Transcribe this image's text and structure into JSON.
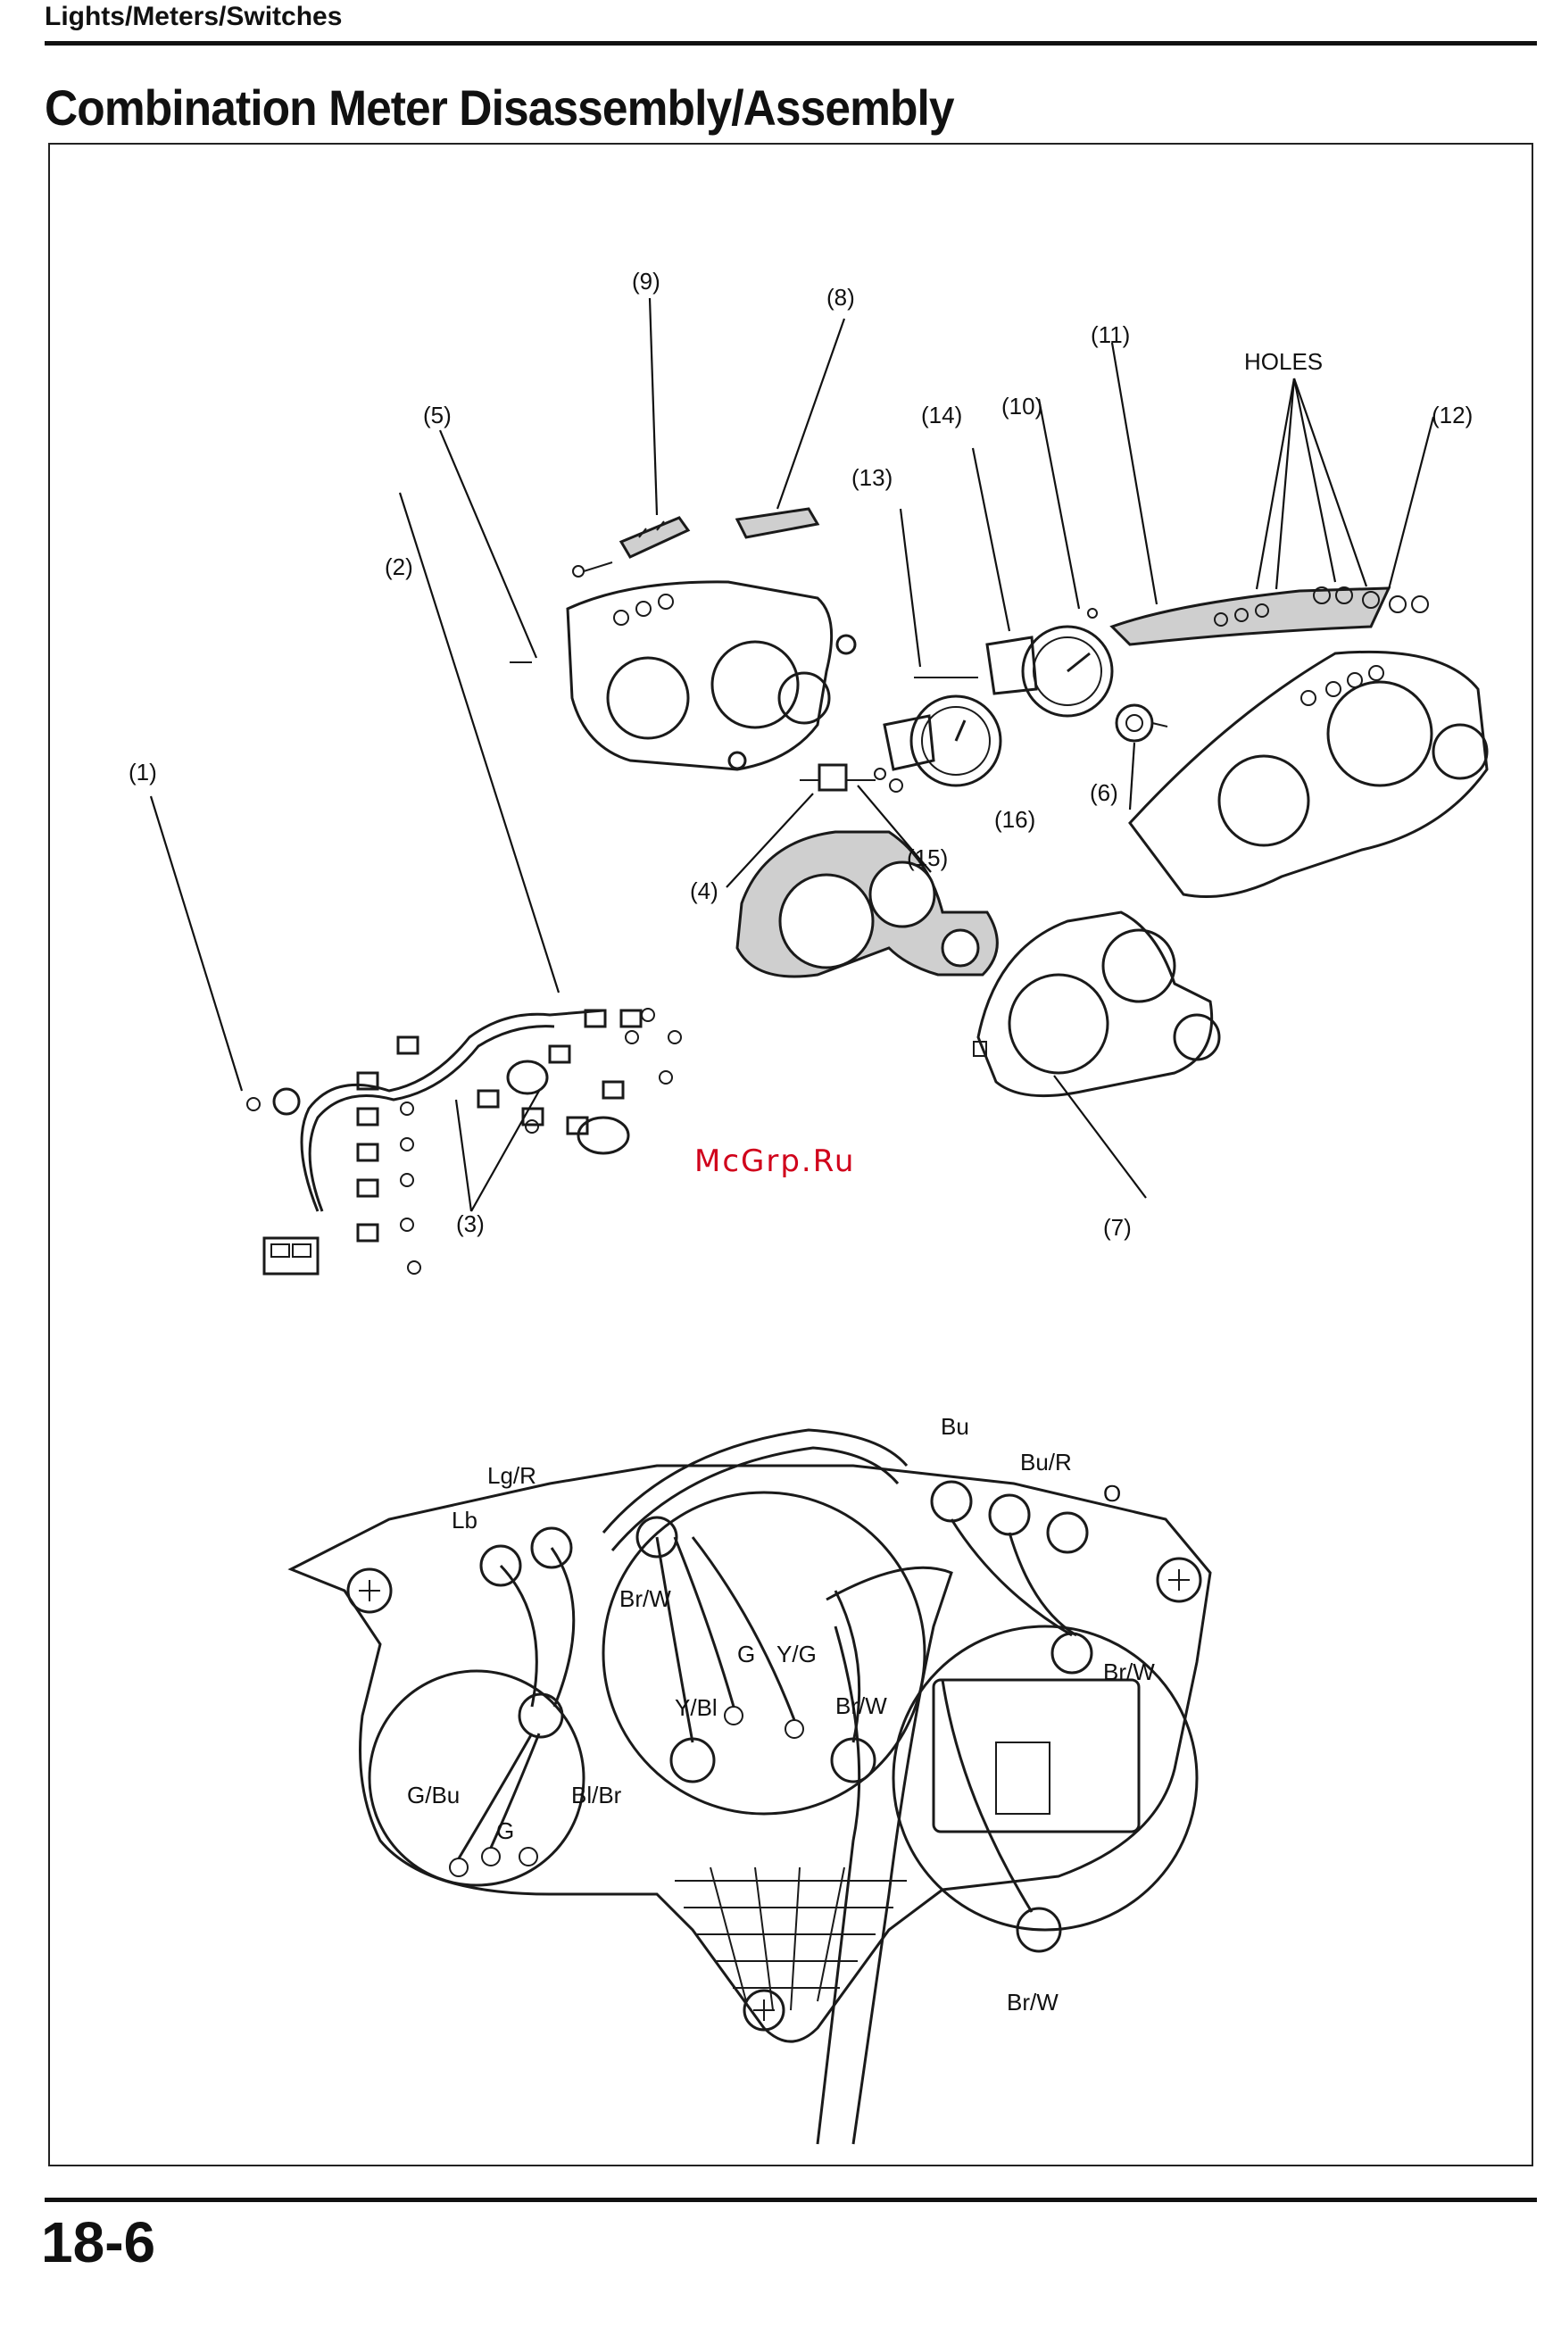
{
  "header": {
    "section": "Lights/Meters/Switches",
    "title": "Combination Meter Disassembly/Assembly"
  },
  "exploded_view": {
    "callouts": [
      "(1)",
      "(2)",
      "(3)",
      "(4)",
      "(5)",
      "(6)",
      "(7)",
      "(8)",
      "(9)",
      "(10)",
      "(11)",
      "(12)",
      "(13)",
      "(14)",
      "(15)",
      "(16)"
    ],
    "holes_label": "HOLES"
  },
  "watermark": "McGrp.Ru",
  "wiring_view": {
    "wire_labels": [
      "Bu",
      "Bu/R",
      "O",
      "Lg/R",
      "Lb",
      "Br/W",
      "G",
      "Y/G",
      "Y/Bl",
      "Br/W",
      "Br/W",
      "G/Bu",
      "G",
      "Bl/Br",
      "Br/W"
    ]
  },
  "footer": {
    "page_number": "18-6"
  }
}
